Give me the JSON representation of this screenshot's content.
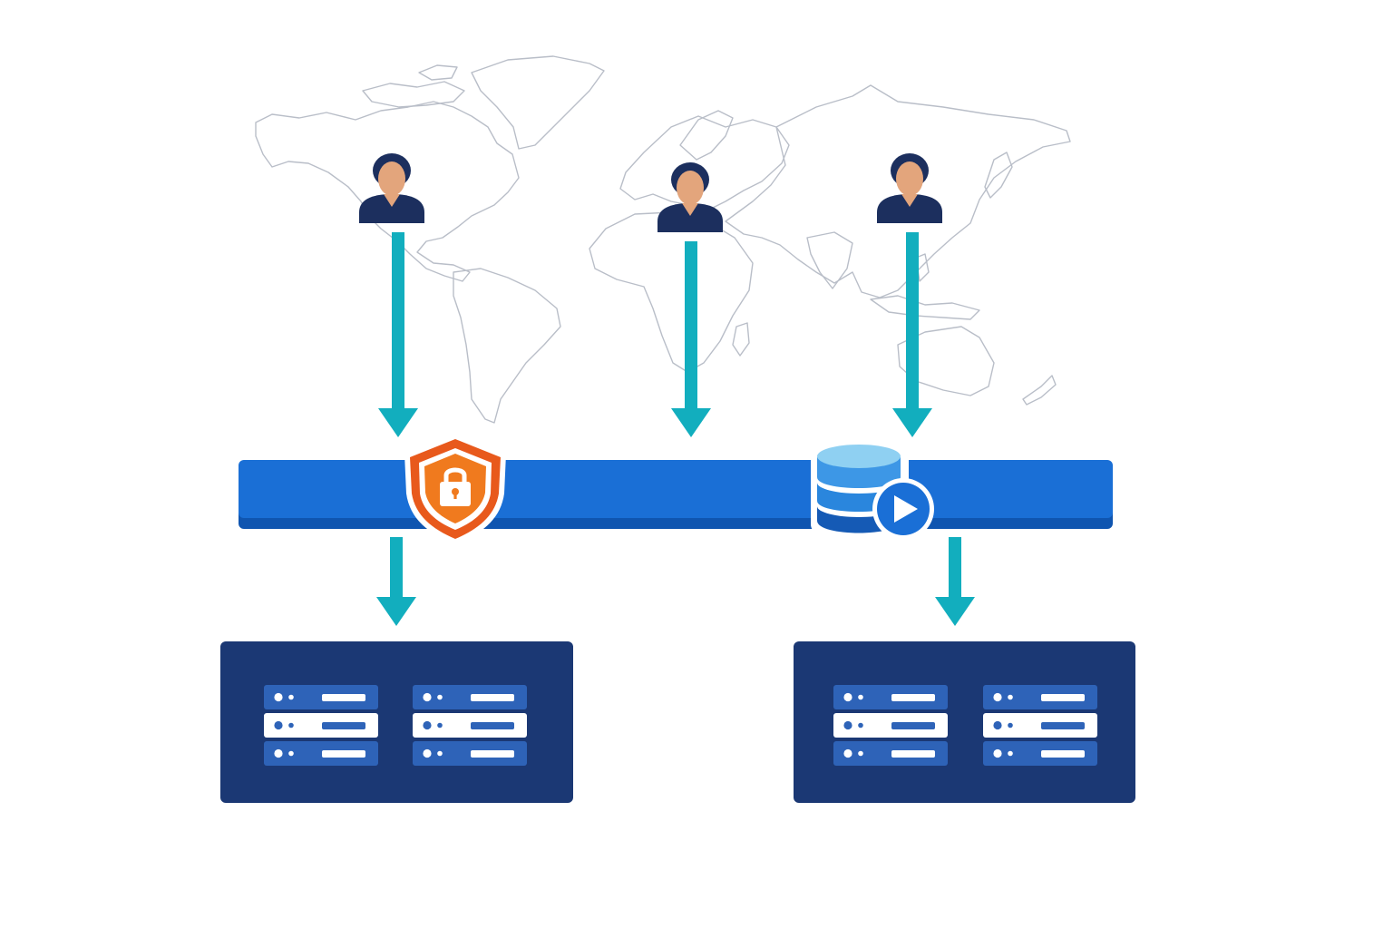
{
  "colors": {
    "background": "#ffffff",
    "map_outline": "#b9bec8",
    "arrow": "#12aebe",
    "user_hair": "#1c2f5e",
    "user_skin": "#e3a57c",
    "user_shirt": "#1c2f5e",
    "network_bar": "#1a6fd6",
    "network_bar_shadow": "#0f55b0",
    "shield_outer": "#e8591c",
    "shield_inner": "#f39122",
    "lock": "#ffffff",
    "database_top": "#8fd0f2",
    "database_mid": "#2a86dd",
    "database_bottom": "#155ab5",
    "play_circle": "#1a6fd6",
    "server_panel": "#1b3874",
    "server_unit": "#2e63b8",
    "server_unit_highlight": "#ffffff",
    "server_bar": "#ffffff"
  },
  "diagram": {
    "users": [
      {
        "name": "user-north-america",
        "icon": "user-icon"
      },
      {
        "name": "user-europe-africa",
        "icon": "user-icon"
      },
      {
        "name": "user-asia",
        "icon": "user-icon"
      }
    ],
    "network_bar": {
      "icon": "network-backbone"
    },
    "firewall": {
      "icon": "shield-lock-icon"
    },
    "cache": {
      "icon": "database-play-icon"
    },
    "server_clusters": [
      {
        "name": "server-cluster-left",
        "racks": 2,
        "units_per_rack": 3,
        "highlighted_unit": 2
      },
      {
        "name": "server-cluster-right",
        "racks": 2,
        "units_per_rack": 3,
        "highlighted_unit": 2
      }
    ]
  }
}
